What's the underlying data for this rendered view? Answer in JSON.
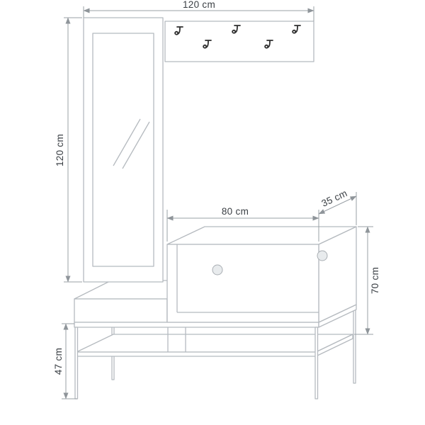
{
  "diagram": {
    "labels": {
      "top_width": "120 cm",
      "mirror_height": "120 cm",
      "cabinet_width": "80 cm",
      "cabinet_depth": "35 cm",
      "right_height": "70 cm",
      "bench_height": "47 cm"
    },
    "colors": {
      "background": "#ffffff",
      "furniture_outline": "#b5babf",
      "dimension_line": "#9aa0a6",
      "arrow": "#8f959a",
      "label_text": "#3a3f44",
      "hook": "#2f2f2f",
      "knob_fill": "#e8ebed",
      "knob_stroke": "#a9aeb3"
    },
    "hook_count": 5
  }
}
